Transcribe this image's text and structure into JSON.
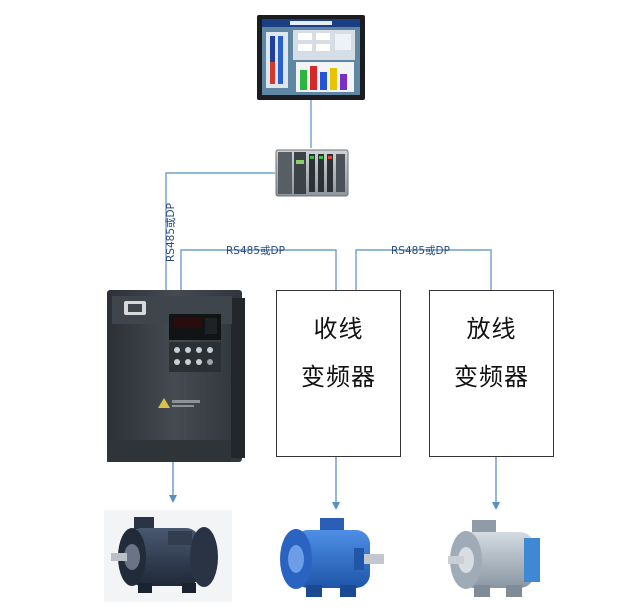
{
  "diagram": {
    "link_labels": {
      "plc_to_drive": "RS485或DP",
      "drive_to_winding": "RS485或DP",
      "winding_to_unwinding": "RS485或DP"
    },
    "winding_drive": {
      "line1": "收线",
      "line2": "变频器"
    },
    "unwinding_drive": {
      "line1": "放线",
      "line2": "变频器"
    },
    "icons": {
      "hmi": "hmi-touchscreen-icon",
      "plc": "plc-module-icon",
      "main_drive": "variable-frequency-drive-icon",
      "motor": "electric-motor-icon"
    },
    "colors": {
      "connector_line": "#6f9fcb",
      "arrow": "#5b8fc4",
      "box_border": "#333333",
      "drive_body": "#3a3f45",
      "motor_dark": "#2e3a4e",
      "motor_blue": "#2d6fcf",
      "motor_grey": "#a7b2bb"
    }
  }
}
